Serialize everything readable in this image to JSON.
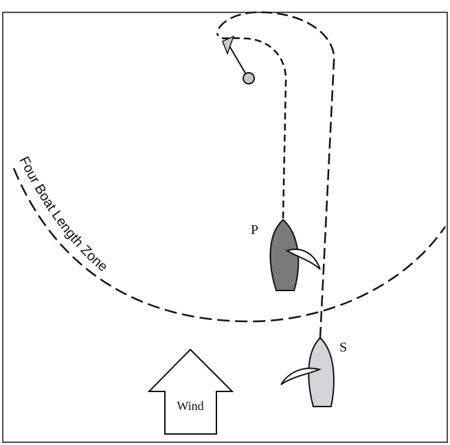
{
  "zone_label": "Four Boat Length Zone",
  "wind_label": "Wind",
  "boat_p_label": "P",
  "boat_s_label": "S",
  "colors": {
    "boat_p_hull": "#7a7a7a",
    "boat_s_hull": "#d3d5d7",
    "mark_fill": "#c8c8c8",
    "line": "#111111"
  },
  "icons": {
    "mark": "flag-icon",
    "boat": "sailboat-icon",
    "wind": "wind-arrow-icon"
  }
}
